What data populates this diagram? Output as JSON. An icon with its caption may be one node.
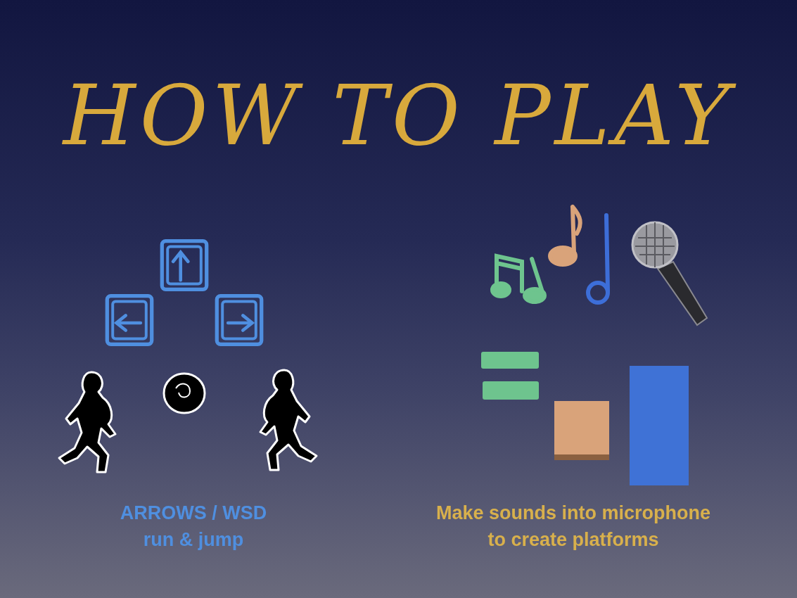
{
  "diagram": {
    "title": "HOW TO PLAY",
    "labels": [
      "ARROWS / WSD run & jump",
      "Make sounds into microphone to create platforms"
    ]
  }
}
